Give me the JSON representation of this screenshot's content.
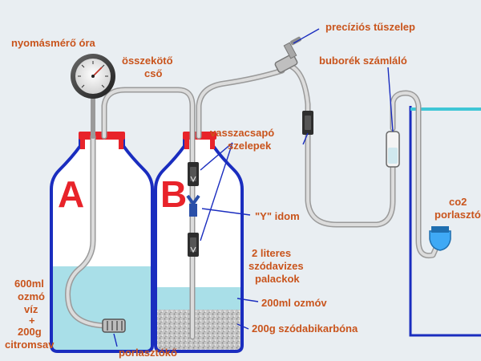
{
  "bottles": {
    "a_letter": "A",
    "b_letter": "B"
  },
  "labels": {
    "gauge": "nyomásmérő óra",
    "connector_line1": "összekötő",
    "connector_line2": "cső",
    "needle_valve": "precíziós tűszelep",
    "bubble_counter": "buborék számláló",
    "check_valves_line1": "vasszacsapó",
    "check_valves_line2": "szelepek",
    "y_fitting": "\"Y\" idom",
    "co2_line1": "co2",
    "co2_line2": "porlasztó",
    "bottles_line1": "2 literes",
    "bottles_line2": "szódavizes",
    "bottles_line3": "palackok",
    "water_b": "200ml ozmóv",
    "soda": "200g  szódabikarbóna",
    "diffuser_stone": "porlasztókő",
    "mix_line1": "600ml",
    "mix_line2": "ozmó",
    "mix_line3": "víz",
    "mix_line4": "+",
    "mix_line5": "200g",
    "mix_line6": "citromsav"
  },
  "colors": {
    "background": "#e9eef2",
    "bottle_outline": "#1a2dbf",
    "cap": "#e8232a",
    "water": "#a9dfe8",
    "tube": "#c9c9c9",
    "label": "#c9541c"
  }
}
